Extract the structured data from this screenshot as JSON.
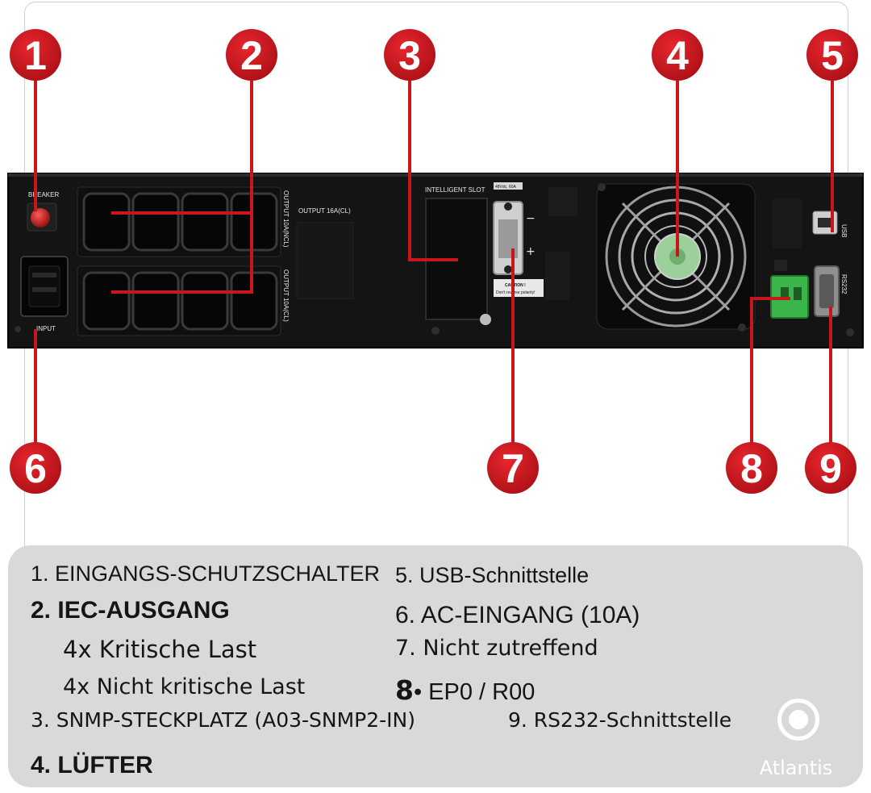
{
  "callouts": [
    "1",
    "2",
    "3",
    "4",
    "5",
    "6",
    "7",
    "8",
    "9"
  ],
  "panel_labels": {
    "breaker": "BREAKER",
    "input": "INPUT",
    "output16": "OUTPUT 16A(CL)",
    "output10a": "OUTPUT 10A(NCL)",
    "output10b": "OUTPUT 10A(CL)",
    "intelligent_slot": "INTELLIGENT SLOT",
    "battery_rating": "48Vdc, 60A",
    "caution_title": "CAUTION !",
    "caution_text": "Don't reverse polarity!",
    "usb": "USB",
    "rs232": "RS232",
    "minus": "−",
    "plus": "+"
  },
  "legend": {
    "item1": "1. EINGANGS-SCHUTZSCHALTER",
    "item2": "2. IEC-AUSGANG",
    "item2a": "4x Kritische Last",
    "item2b": "4x Nicht kritische Last",
    "item3": "3. SNMP-STECKPLATZ (A03-SNMP2-IN)",
    "item4": "4. LÜFTER",
    "item5": "5. USB-Schnittstelle",
    "item6": "6. AC-EINGANG (10A)",
    "item7": "7. Nicht zutreffend",
    "item8_num": "8",
    "item8_text": "• EP0 / R00",
    "item9": "9. RS232-Schnittstelle"
  },
  "brand": "Atlantis",
  "colors": {
    "callout": "#c8161d",
    "panel": "#141414",
    "legend_bg": "#d9d9d9",
    "terminal": "#3bb54a"
  }
}
